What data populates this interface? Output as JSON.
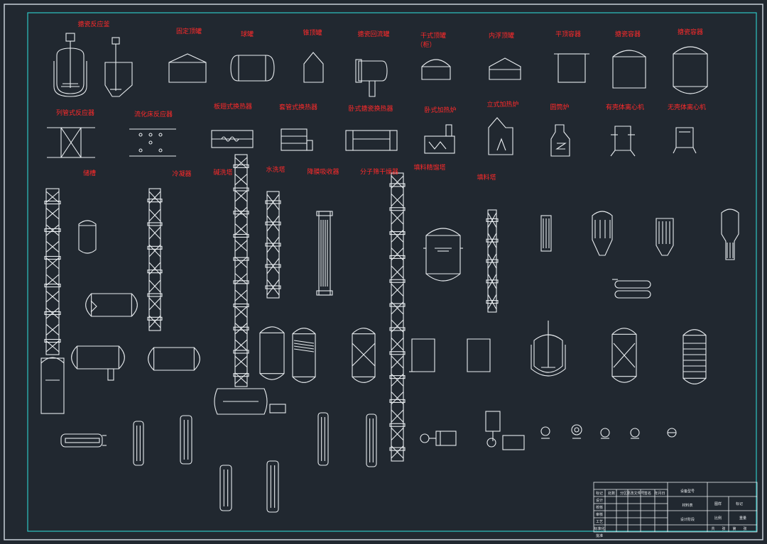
{
  "colors": {
    "background": "#212830",
    "outer_frame": "#c8d0d8",
    "inner_frame": "#2ec4c4",
    "stroke": "#e8ecef",
    "label": "#ff2a2a",
    "title_block": "#e8ecef"
  },
  "labels": {
    "r1": [
      "搪瓷反应釜",
      "固定顶罐",
      "球罐",
      "锥顶罐",
      "搪瓷回流罐",
      "干式顶罐",
      "内浮顶罐",
      "平顶容器",
      "搪瓷容器",
      "搪瓷容器"
    ],
    "r1_note": "（柜）",
    "r2": [
      "列管式反应器",
      "流化床反应器",
      "板翅式换热器",
      "套管式换热器",
      "卧式搪瓷换热器",
      "卧式加热炉",
      "立式加热炉",
      "圆筒炉",
      "有壳体离心机",
      "无壳体离心机"
    ],
    "r3": [
      "储槽",
      "冷凝器",
      "碱洗塔",
      "水洗塔",
      "降膜吸收器",
      "分子筛干燥器",
      "填料精馏塔",
      "填料塔"
    ]
  },
  "title_block": {
    "header_cells": [
      "标记",
      "处数",
      "分区",
      "更改文件号",
      "签名",
      "年月日"
    ],
    "left_rows": [
      "设计",
      "校核",
      "审核",
      "工艺",
      "标准化",
      "批准"
    ],
    "middle_rows": [
      "设备型号",
      "材料表",
      "设计阶段"
    ],
    "right_top": [
      "图样",
      "标记"
    ],
    "right_bottom": [
      "共",
      "张",
      "第",
      "张"
    ],
    "scale_label": "比例",
    "weight_label": "重量"
  }
}
